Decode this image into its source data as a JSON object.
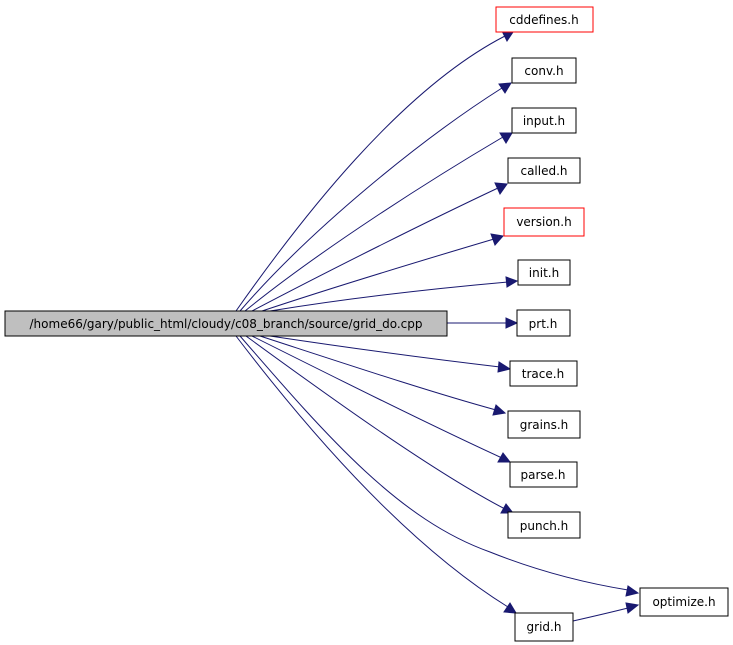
{
  "diagram": {
    "root": "/home66/gary/public_html/cloudy/c08_branch/source/grid_do.cpp",
    "includes": [
      {
        "id": "cddefines",
        "label": "cddefines.h",
        "documented": false
      },
      {
        "id": "conv",
        "label": "conv.h",
        "documented": true
      },
      {
        "id": "input",
        "label": "input.h",
        "documented": true
      },
      {
        "id": "called",
        "label": "called.h",
        "documented": true
      },
      {
        "id": "version",
        "label": "version.h",
        "documented": false
      },
      {
        "id": "init",
        "label": "init.h",
        "documented": true
      },
      {
        "id": "prt",
        "label": "prt.h",
        "documented": true
      },
      {
        "id": "trace",
        "label": "trace.h",
        "documented": true
      },
      {
        "id": "grains",
        "label": "grains.h",
        "documented": true
      },
      {
        "id": "parse",
        "label": "parse.h",
        "documented": true
      },
      {
        "id": "punch",
        "label": "punch.h",
        "documented": true
      },
      {
        "id": "optimize",
        "label": "optimize.h",
        "documented": true
      },
      {
        "id": "grid",
        "label": "grid.h",
        "documented": true
      }
    ],
    "edges": [
      [
        "root",
        "cddefines"
      ],
      [
        "root",
        "conv"
      ],
      [
        "root",
        "input"
      ],
      [
        "root",
        "called"
      ],
      [
        "root",
        "version"
      ],
      [
        "root",
        "init"
      ],
      [
        "root",
        "prt"
      ],
      [
        "root",
        "trace"
      ],
      [
        "root",
        "grains"
      ],
      [
        "root",
        "parse"
      ],
      [
        "root",
        "punch"
      ],
      [
        "root",
        "optimize"
      ],
      [
        "root",
        "grid"
      ],
      [
        "grid",
        "optimize"
      ]
    ],
    "colors": {
      "edge": "#191970",
      "undocumented_border": "#ff0000",
      "root_fill": "#bfbfbf"
    }
  }
}
